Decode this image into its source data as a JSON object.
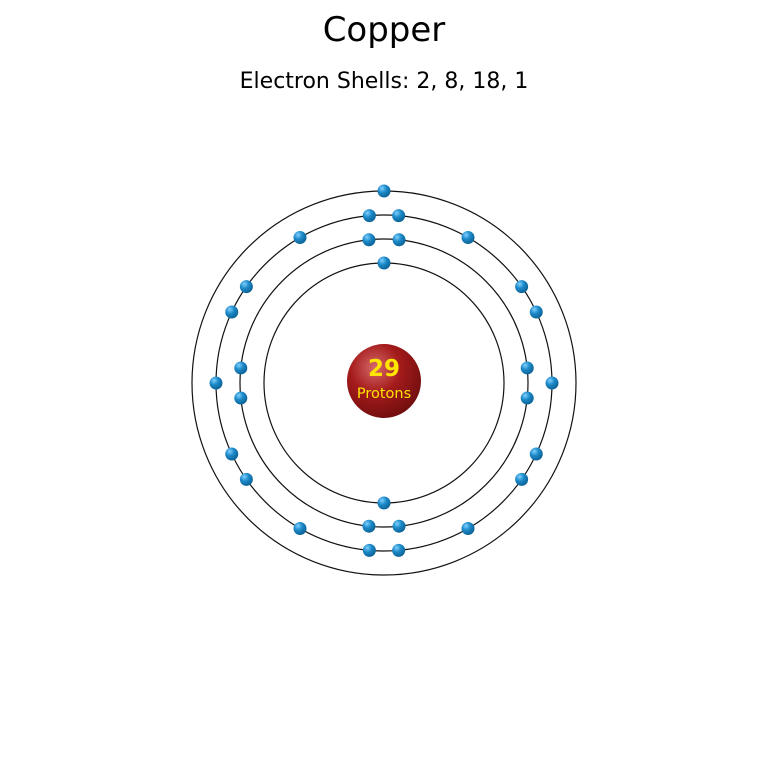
{
  "element": {
    "name": "Copper",
    "shells_label": "Electron Shells: 2, 8, 18, 1",
    "shell_counts": [
      2,
      8,
      18,
      1
    ]
  },
  "nucleus": {
    "number": "29",
    "label": "Protons"
  },
  "colors": {
    "orbit": "#111111",
    "electron_dark": "#0b5f91",
    "electron_mid": "#1c89c8",
    "electron_light": "#7fd0ff",
    "nucleus_dark": "#6b0d0d",
    "nucleus_mid": "#a51b1b",
    "nucleus_light": "#d66a6a",
    "nucleus_number": "#ffe600",
    "nucleus_label": "#ffe600"
  }
}
